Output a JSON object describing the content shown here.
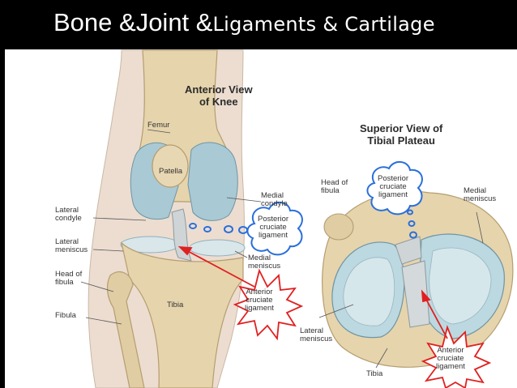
{
  "header": {
    "title_part1": "Bone &Joint &",
    "title_part2": "Ligaments & Cartilage"
  },
  "anterior_view": {
    "heading_line1": "Anterior View",
    "heading_line2": "of Knee",
    "labels": {
      "femur": "Femur",
      "patella": "Patella",
      "lateral_condyle_1": "Lateral",
      "lateral_condyle_2": "condyle",
      "lateral_meniscus_1": "Lateral",
      "lateral_meniscus_2": "meniscus",
      "head_fibula_1": "Head of",
      "head_fibula_2": "fibula",
      "fibula": "Fibula",
      "tibia": "Tibia",
      "medial_condyle_1": "Medial",
      "medial_condyle_2": "condyle",
      "medial_meniscus_1": "Medial",
      "medial_meniscus_2": "meniscus"
    },
    "callouts": {
      "pcl_1": "Posterior",
      "pcl_2": "cruciate",
      "pcl_3": "ligament",
      "acl_1": "Anterior",
      "acl_2": "cruciate",
      "acl_3": "ligament"
    }
  },
  "superior_view": {
    "heading_line1": "Superior View of",
    "heading_line2": "Tibial Plateau",
    "labels": {
      "head_fibula_1": "Head of",
      "head_fibula_2": "fibula",
      "medial_meniscus_1": "Medial",
      "medial_meniscus_2": "meniscus",
      "lateral_meniscus_1": "Lateral",
      "lateral_meniscus_2": "meniscus",
      "tibia": "Tibia"
    },
    "callouts": {
      "pcl_1": "Posterior",
      "pcl_2": "cruciate",
      "pcl_3": "ligament",
      "acl_1": "Anterior",
      "acl_2": "cruciate",
      "acl_3": "ligament"
    }
  },
  "colors": {
    "bone": "#e6d4ad",
    "bone_dark": "#c9b07e",
    "cartilage": "#a9c9d4",
    "meniscus": "#d9e6ea",
    "skin": "#ecddd0",
    "bubble_stroke": "#2a6fdb",
    "star_stroke": "#e02020",
    "arrow": "#e02020"
  }
}
